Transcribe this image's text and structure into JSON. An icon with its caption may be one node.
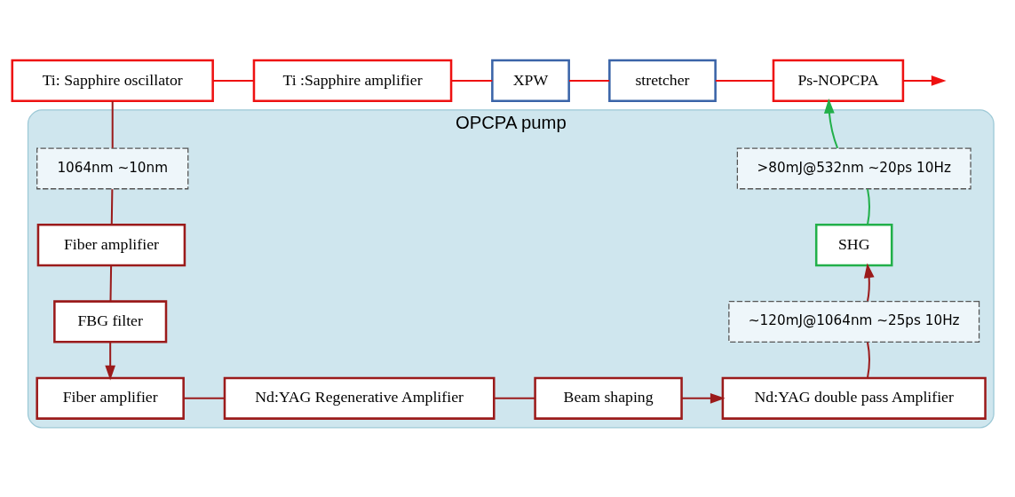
{
  "diagram": {
    "nodes": [
      {
        "text": [
          "Ti: Sapphire oscillator"
        ]
      },
      {
        "text": [
          "Ti :Sapphire amplifier"
        ]
      },
      {
        "text": [
          "XPW"
        ]
      },
      {
        "text": [
          "stretcher"
        ]
      },
      {
        "text": [
          "Ps-NOPCPA"
        ]
      },
      {
        "text": [
          "OPCPA pump"
        ]
      },
      {
        "text": [
          "1064nm ~10nm"
        ],
        "in": 5
      },
      {
        "text": [
          "Fiber amplifier"
        ],
        "in": 5
      },
      {
        "text": [
          "FBG filter"
        ],
        "in": 5
      },
      {
        "text": [
          "Fiber amplifier"
        ],
        "in": 5
      },
      {
        "text": [
          "Nd:YAG Regenerative Amplifier"
        ],
        "in": 5
      },
      {
        "text": [
          "Beam shaping"
        ],
        "in": 5
      },
      {
        "text": [
          "Nd:YAG double pass Amplifier"
        ],
        "in": 5
      },
      {
        "text": [
          "~120mJ@1064nm ~25ps 10Hz"
        ],
        "in": 5
      },
      {
        "text": [
          "SHG"
        ],
        "in": 5
      },
      {
        "text": [
          ">80mJ@532nm ~20ps 10Hz"
        ],
        "in": 5
      }
    ],
    "edges": [
      {
        "from": 0,
        "to": 1,
        "arrow": "none",
        "color": "#ee1111"
      },
      {
        "from": 1,
        "to": 2,
        "arrow": "none",
        "color": "#ee1111"
      },
      {
        "from": 2,
        "to": 3,
        "arrow": "none",
        "color": "#ee1111"
      },
      {
        "from": 3,
        "to": 4,
        "arrow": "none",
        "color": "#ee1111"
      },
      {
        "from": 4,
        "to": null,
        "arrow": "to",
        "color": "#ee1111"
      },
      {
        "from": 0,
        "to": 6,
        "arrow": "none"
      },
      {
        "from": 6,
        "to": 7,
        "arrow": "none"
      },
      {
        "from": 7,
        "to": 8,
        "arrow": "none"
      },
      {
        "from": 8,
        "to": 9,
        "arrow": "to"
      },
      {
        "from": 9,
        "to": 10,
        "arrow": "none"
      },
      {
        "from": 10,
        "to": 11,
        "arrow": "none"
      },
      {
        "from": 11,
        "to": 12,
        "arrow": "to"
      },
      {
        "from": 12,
        "to": 13,
        "arrow": "none"
      },
      {
        "from": 13,
        "to": 14,
        "arrow": "to"
      },
      {
        "from": 14,
        "to": 15,
        "arrow": "none",
        "color": "#22b04a"
      },
      {
        "from": 15,
        "to": 4,
        "arrow": "to",
        "color": "#22b04a"
      }
    ]
  }
}
